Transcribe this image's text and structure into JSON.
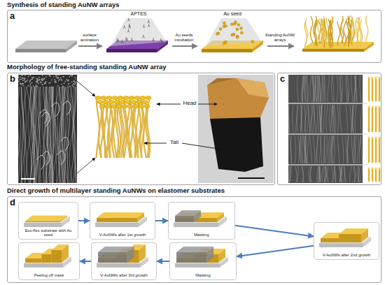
{
  "diagram": {
    "nodes": [
      {
        "text": [
          "a"
        ]
      },
      {
        "text": [
          "b"
        ]
      },
      {
        "text": [
          "c"
        ]
      },
      {
        "text": [
          "d"
        ]
      },
      {
        "text": [
          "Eco-flex substrate with Au seed"
        ],
        "in": 3
      },
      {
        "text": [
          "V-AuNWs after 1st growth"
        ],
        "in": 3
      },
      {
        "text": [
          "Masking"
        ],
        "in": 3
      },
      {
        "text": [
          "V-AuNWs after 2nd growth"
        ],
        "in": 3
      },
      {
        "text": [
          "Masking"
        ],
        "in": 3
      },
      {
        "text": [
          "V-AuNWs after 3rd growth"
        ],
        "in": 3
      },
      {
        "text": [
          "Peeling off mask"
        ],
        "in": 3
      }
    ],
    "edges": [
      {
        "from": 4,
        "to": 5,
        "arrow": "to"
      },
      {
        "from": 5,
        "to": 6,
        "arrow": "to"
      },
      {
        "from": 6,
        "to": 7,
        "arrow": "to"
      },
      {
        "from": 7,
        "to": 8,
        "arrow": "to"
      },
      {
        "from": 8,
        "to": 9,
        "arrow": "to"
      },
      {
        "from": 9,
        "to": 10,
        "arrow": "to"
      }
    ],
    "labels": [
      "Synthesis of standing AuNW arrays",
      "APTES",
      "surface amination",
      "Au seeds incubation",
      "Au seed",
      "Standing AuNW arrays",
      "Morphology of free-standing standing AuNW array",
      "Head",
      "Tail",
      "Direct growth of multilayer standing AuNWs on elastomer substrates"
    ]
  }
}
